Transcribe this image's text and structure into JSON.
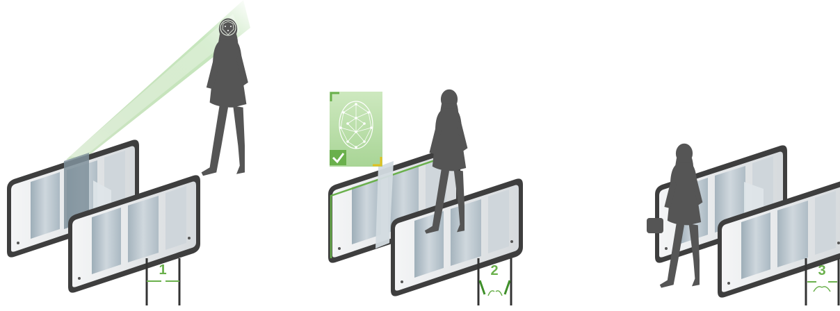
{
  "steps": [
    {
      "number": "1",
      "gates": "closed"
    },
    {
      "number": "2",
      "gates": "opening"
    },
    {
      "number": "3",
      "gates": "closing"
    }
  ],
  "colors": {
    "accent": "#6ab04c",
    "accent_dark": "#3f8f2a",
    "silhouette": "#555555",
    "frame": "#4a4a4a",
    "panel": "#e9ecef",
    "glass": "#b9c6cf"
  },
  "icons": [
    "face-scan-icon",
    "check-icon"
  ]
}
